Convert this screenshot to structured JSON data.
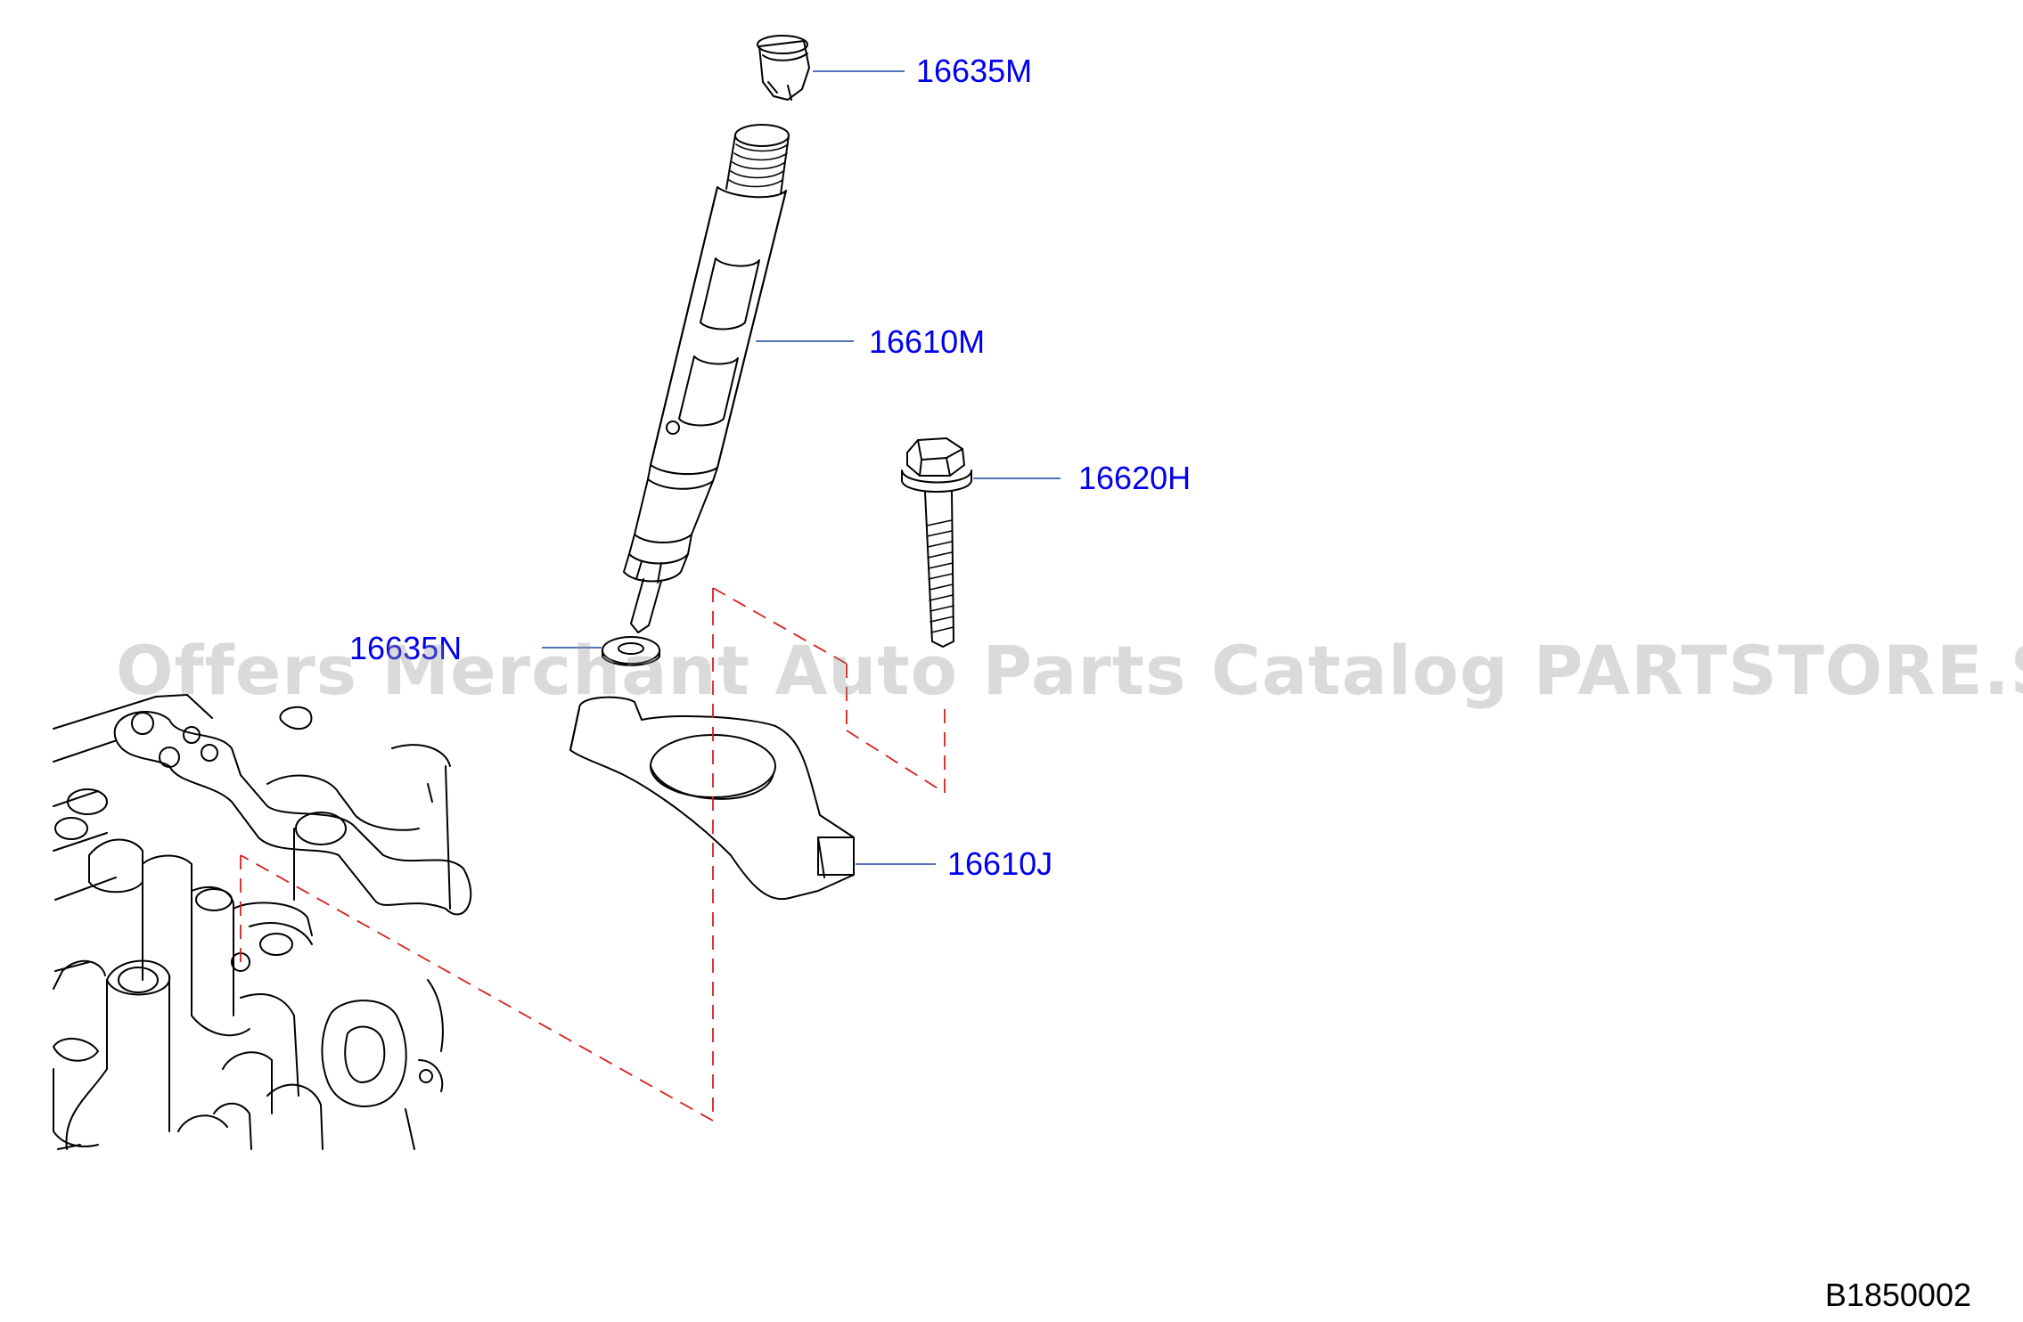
{
  "diagram": {
    "labels": {
      "p1": "16635M",
      "p2": "16610M",
      "p3": "16620H",
      "p4": "16635N",
      "p5": "16610J"
    },
    "watermark": "Offers Merchant Auto Parts Catalog PARTSTORE.SA",
    "diagram_code": "B1850002",
    "colors": {
      "label_text": "#0000ee",
      "leader_line": "#3a5fb0",
      "drawing": "#000000",
      "dashed_guides": "#d62020",
      "watermark": "#969696"
    }
  }
}
